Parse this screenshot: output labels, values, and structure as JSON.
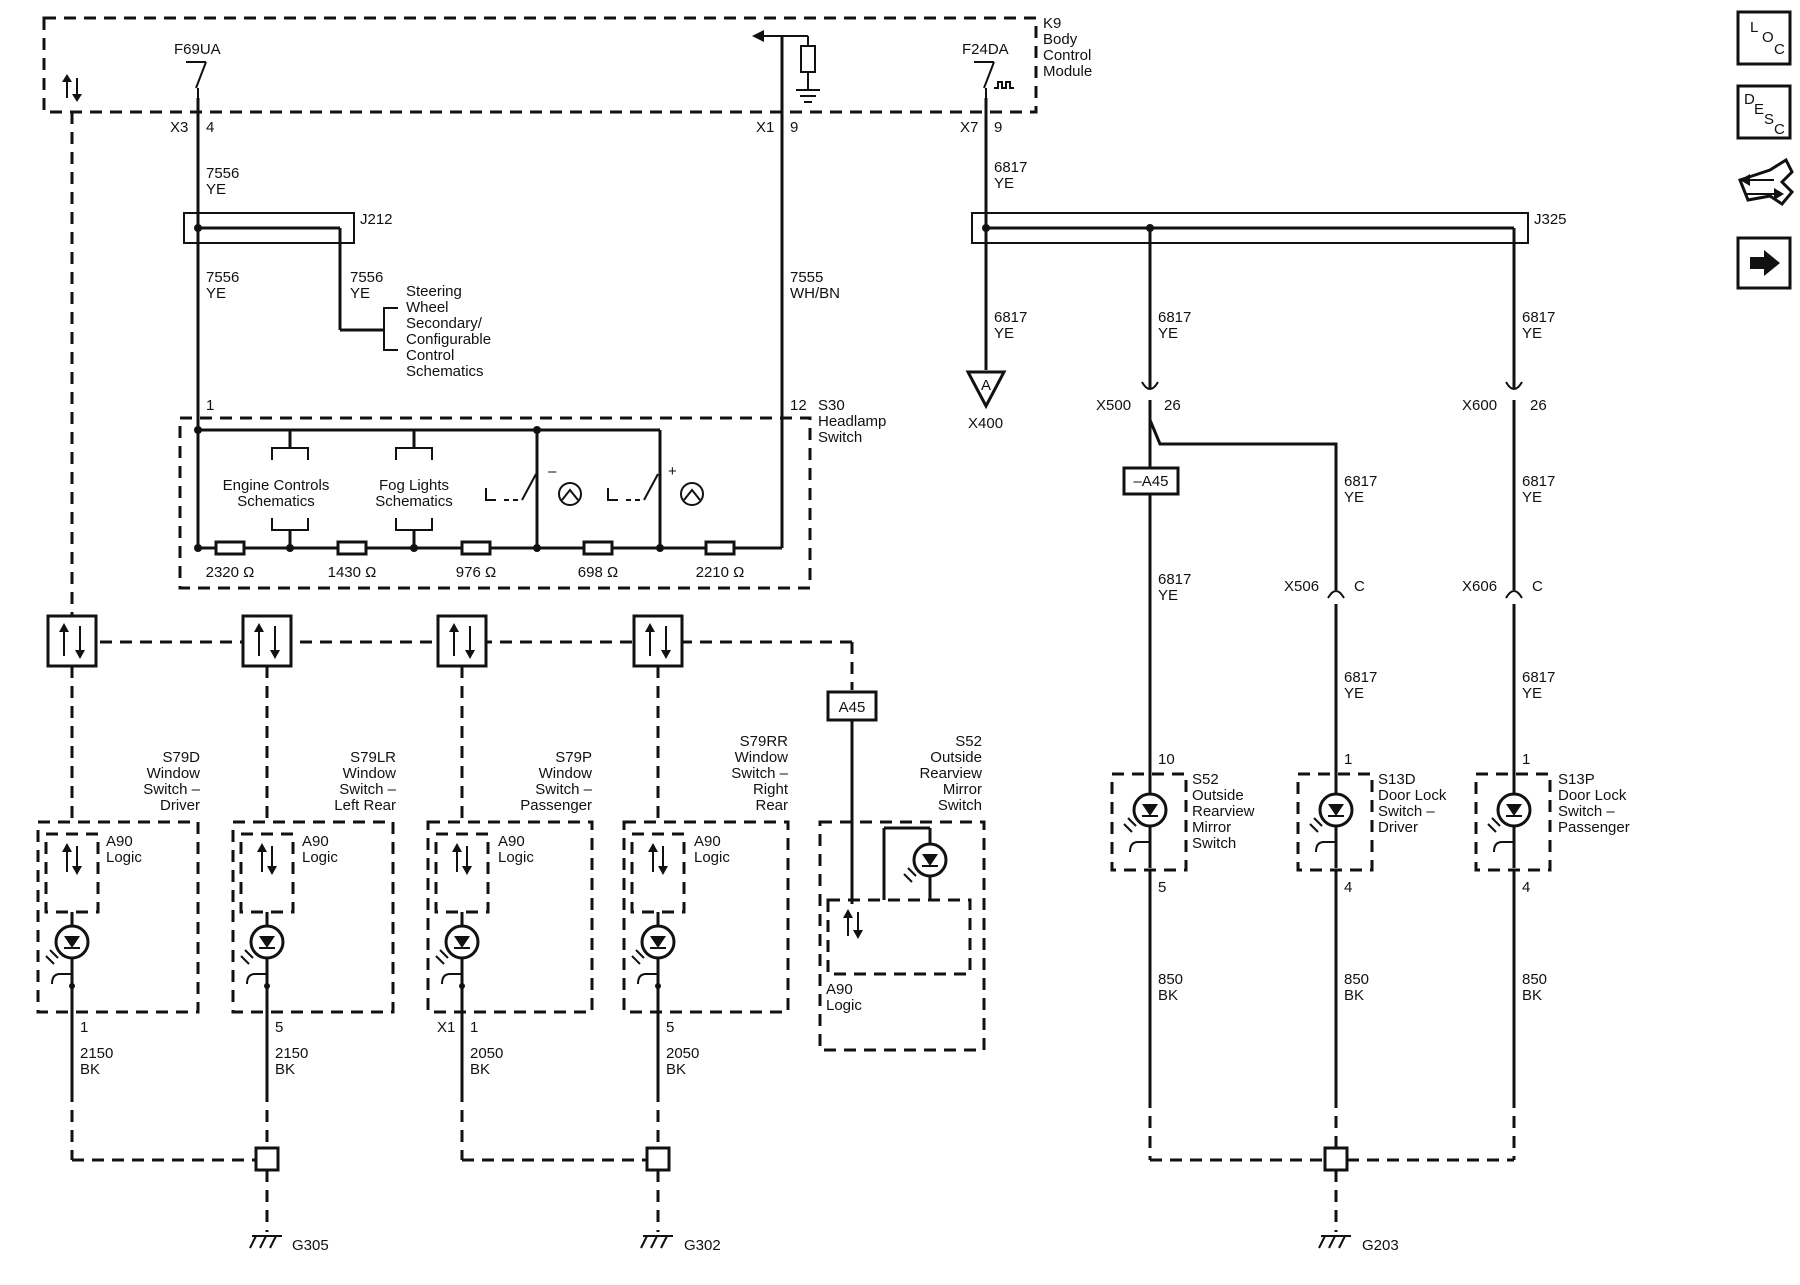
{
  "module": {
    "ref": "K9",
    "name_lines": [
      "Body",
      "Control",
      "Module"
    ]
  },
  "bcm_pins": {
    "left_signal": "F69UA",
    "right_signal": "F24DA",
    "x3": "X3",
    "x3_pin": "4",
    "x1": "X1",
    "x1_pin": "9",
    "x7": "X7",
    "x7_pin": "9"
  },
  "wires": {
    "w7556": "7556",
    "ye": "YE",
    "w7555": "7555",
    "whbn": "WH/BN",
    "w6817": "6817",
    "w2150": "2150",
    "w2050": "2050",
    "w850": "850",
    "bk": "BK"
  },
  "splices": {
    "j212": "J212",
    "j325": "J325"
  },
  "steering_ref": {
    "lines": [
      "Steering",
      "Wheel",
      "Secondary/",
      "Configurable",
      "Control",
      "Schematics"
    ]
  },
  "headlamp": {
    "ref": "S30",
    "name_lines": [
      "Headlamp",
      "Switch"
    ],
    "pin_left": "1",
    "pin_right": "12",
    "engine_lines": [
      "Engine Controls",
      "Schematics"
    ],
    "fog_lines": [
      "Fog Lights",
      "Schematics"
    ],
    "resistors": [
      "2320 Ω",
      "1430 Ω",
      "976 Ω",
      "698 Ω",
      "2210 Ω"
    ],
    "minus": "–",
    "plus": "+"
  },
  "connectors": {
    "x400": "X400",
    "a_tag": "A",
    "x500": "X500",
    "x600": "X600",
    "pin26": "26",
    "x506": "X506",
    "x606": "X606",
    "pin_c": "C",
    "a45_neg": "–A45",
    "a45": "A45"
  },
  "window_switches": [
    {
      "ref": "S79D",
      "lines": [
        "Window",
        "Switch –",
        "Driver"
      ],
      "logic": "A90",
      "logic2": "Logic",
      "pin": "1",
      "conn": "",
      "wire": "2150"
    },
    {
      "ref": "S79LR",
      "lines": [
        "Window",
        "Switch –",
        "Left Rear"
      ],
      "logic": "A90",
      "logic2": "Logic",
      "pin": "5",
      "conn": "",
      "wire": "2150"
    },
    {
      "ref": "S79P",
      "lines": [
        "Window",
        "Switch –",
        "Passenger"
      ],
      "logic": "A90",
      "logic2": "Logic",
      "pin": "1",
      "conn": "X1",
      "wire": "2050"
    },
    {
      "ref": "S79RR",
      "lines": [
        "Window",
        "Switch –",
        "Right",
        "Rear"
      ],
      "logic": "A90",
      "logic2": "Logic",
      "pin": "5",
      "conn": "",
      "wire": "2050"
    }
  ],
  "mirror_switch": {
    "ref": "S52",
    "lines": [
      "Outside",
      "Rearview",
      "Mirror",
      "Switch"
    ],
    "logic": "A90",
    "logic2": "Logic"
  },
  "lamp_switches": [
    {
      "ref": "S52",
      "lines": [
        "Outside",
        "Rearview",
        "Mirror",
        "Switch"
      ],
      "top_pin": "10",
      "bottom_pin": "5"
    },
    {
      "ref": "S13D",
      "lines": [
        "Door Lock",
        "Switch –",
        "Driver"
      ],
      "top_pin": "1",
      "bottom_pin": "4"
    },
    {
      "ref": "S13P",
      "lines": [
        "Door Lock",
        "Switch –",
        "Passenger"
      ],
      "top_pin": "1",
      "bottom_pin": "4"
    }
  ],
  "grounds": [
    "G305",
    "G302",
    "G203"
  ],
  "sidebar": {
    "loc": [
      "L",
      "O",
      "C"
    ],
    "desc": [
      "D",
      "E",
      "S",
      "C"
    ],
    "connector_icon": "connector-end-view-icon",
    "next_icon": "right-arrow-icon"
  }
}
